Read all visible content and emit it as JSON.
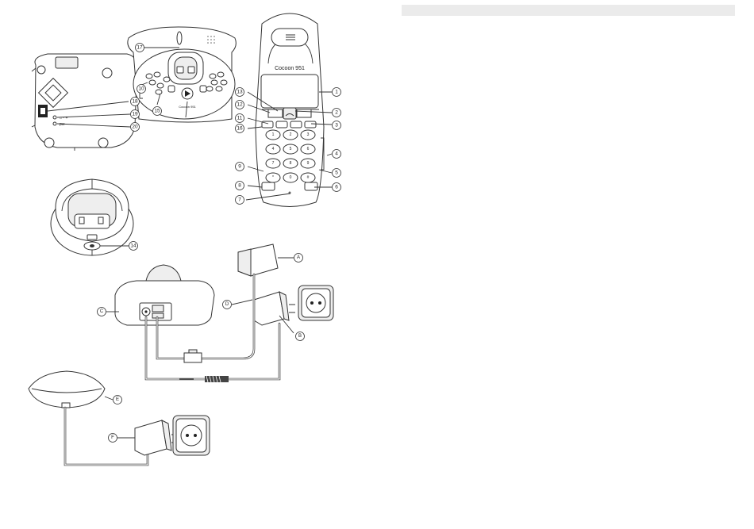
{
  "handset": {
    "brand": "Cocoon 951"
  },
  "base_top": {
    "brand": "Cocoon 951"
  },
  "base_bottom": {
    "symbol_power": "pw"
  },
  "keypad": [
    "1",
    "2",
    "3",
    "4",
    "5",
    "6",
    "7",
    "8",
    "9",
    "*",
    "0",
    "#"
  ],
  "callouts": [
    "1",
    "2",
    "3",
    "4",
    "5",
    "6",
    "7",
    "8",
    "9",
    "10",
    "11",
    "12",
    "13",
    "14",
    "15",
    "16",
    "17",
    "18",
    "19",
    "20"
  ],
  "letters": [
    "A",
    "B",
    "C",
    "D",
    "E",
    "F"
  ]
}
